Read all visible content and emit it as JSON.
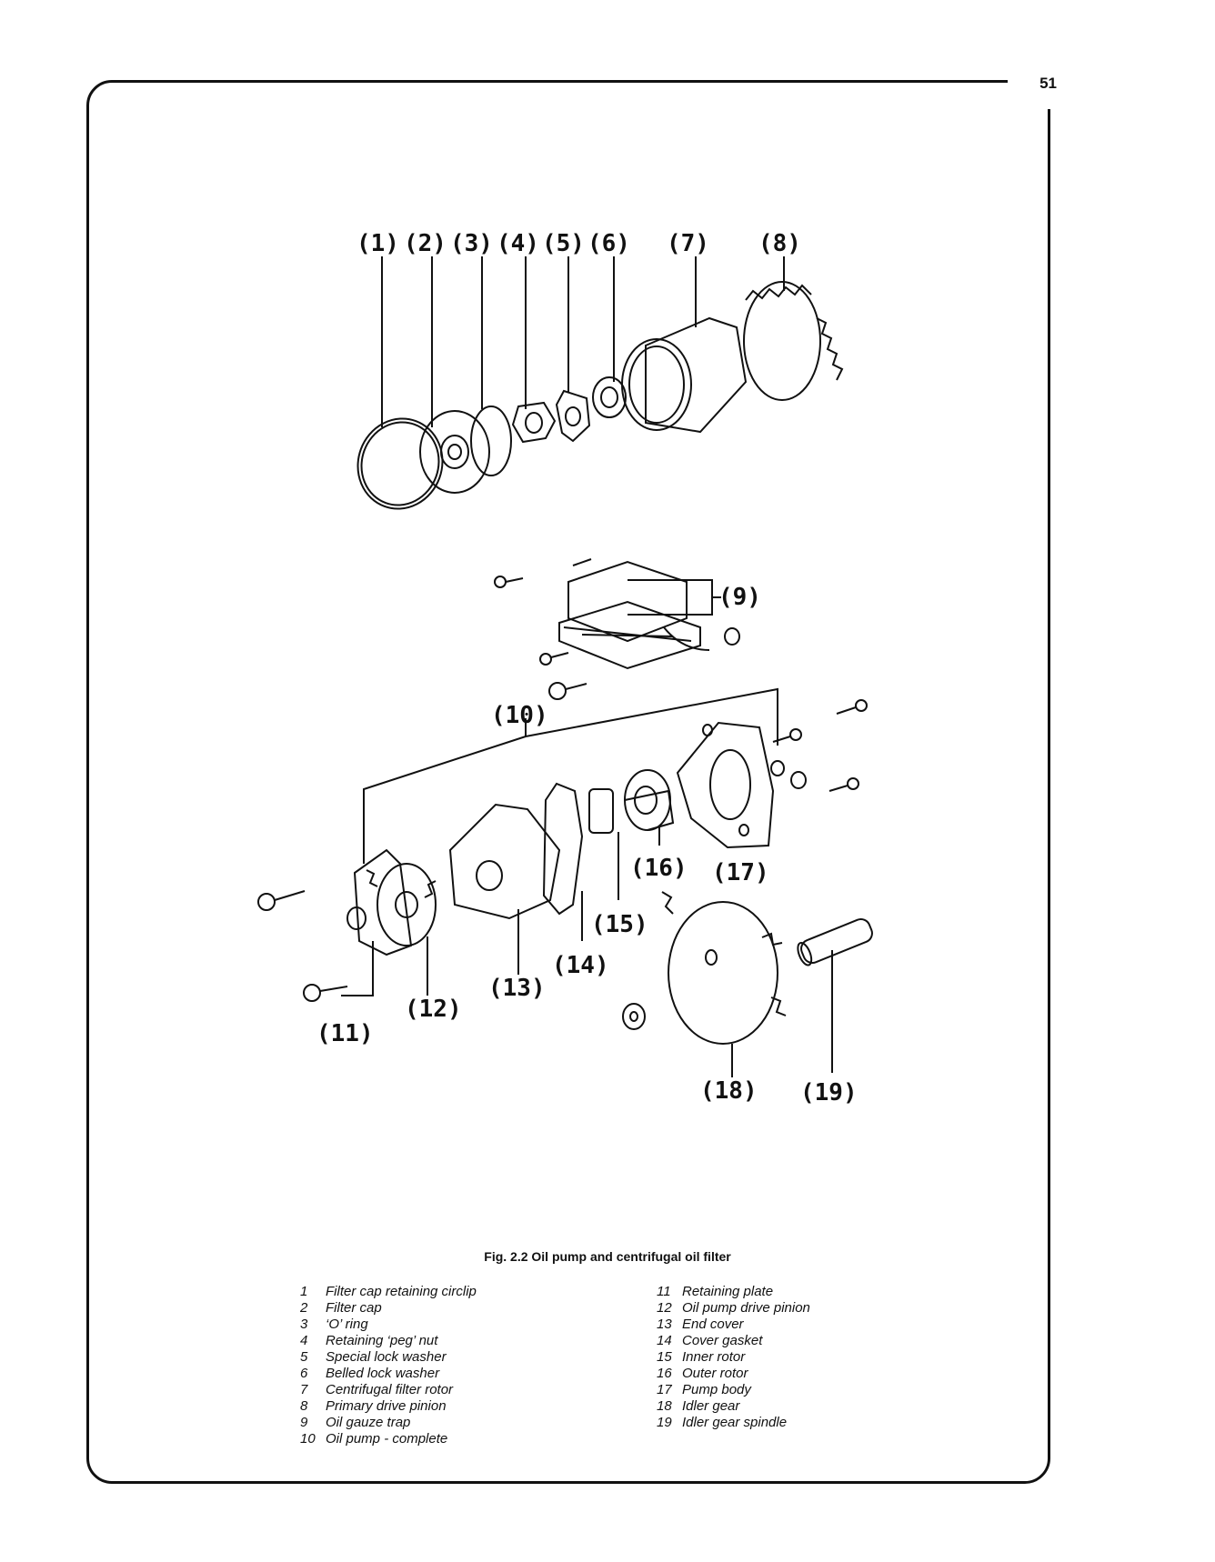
{
  "page_number": "51",
  "figure": {
    "caption": "Fig. 2.2 Oil pump and centrifugal oil filter",
    "callouts": [
      "(1)",
      "(2)",
      "(3)",
      "(4)",
      "(5)",
      "(6)",
      "(7)",
      "(8)",
      "(9)",
      "(10)",
      "(11)",
      "(12)",
      "(13)",
      "(14)",
      "(15)",
      "(16)",
      "(17)",
      "(18)",
      "(19)"
    ]
  },
  "legend": {
    "col1": [
      {
        "num": "1",
        "text": "Filter cap retaining circlip"
      },
      {
        "num": "2",
        "text": "Filter cap"
      },
      {
        "num": "3",
        "text": "‘O’ ring"
      },
      {
        "num": "4",
        "text": "Retaining ‘peg’ nut"
      },
      {
        "num": "5",
        "text": "Special lock washer"
      },
      {
        "num": "6",
        "text": "Belled lock washer"
      },
      {
        "num": "7",
        "text": "Centrifugal filter rotor"
      },
      {
        "num": "8",
        "text": "Primary drive pinion"
      },
      {
        "num": "9",
        "text": "Oil gauze trap"
      },
      {
        "num": "10",
        "text": "Oil pump - complete"
      }
    ],
    "col2": [
      {
        "num": "11",
        "text": "Retaining plate"
      },
      {
        "num": "12",
        "text": "Oil pump drive pinion"
      },
      {
        "num": "13",
        "text": "End cover"
      },
      {
        "num": "14",
        "text": "Cover gasket"
      },
      {
        "num": "15",
        "text": "Inner rotor"
      },
      {
        "num": "16",
        "text": "Outer rotor"
      },
      {
        "num": "17",
        "text": "Pump body"
      },
      {
        "num": "18",
        "text": "Idler gear"
      },
      {
        "num": "19",
        "text": "Idler gear spindle"
      }
    ]
  }
}
